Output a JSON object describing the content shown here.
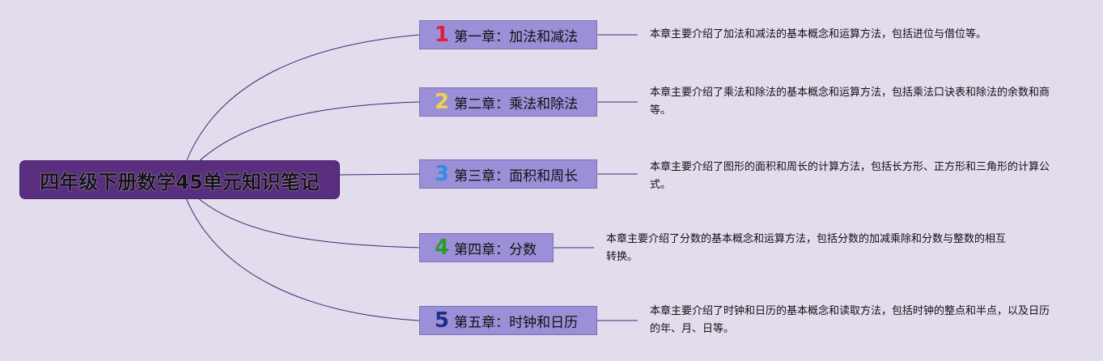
{
  "root": {
    "title": "四年级下册数学45单元知识笔记"
  },
  "chapters": [
    {
      "number": "1",
      "number_color": "#e0203a",
      "title": "第一章：加法和减法",
      "desc": "本章主要介绍了加法和减法的基本概念和运算方法，包括进位与借位等。"
    },
    {
      "number": "2",
      "number_color": "#f1d24a",
      "title": "第二章：乘法和除法",
      "desc": "本章主要介绍了乘法和除法的基本概念和运算方法，包括乘法口诀表和除法的余数和商等。"
    },
    {
      "number": "3",
      "number_color": "#2e8fe0",
      "title": "第三章：面积和周长",
      "desc": "本章主要介绍了图形的面积和周长的计算方法，包括长方形、正方形和三角形的计算公式。"
    },
    {
      "number": "4",
      "number_color": "#2d9a2d",
      "title": "第四章：分数",
      "desc": "本章主要介绍了分数的基本概念和运算方法，包括分数的加减乘除和分数与整数的相互转换。"
    },
    {
      "number": "5",
      "number_color": "#1f2f86",
      "title": "第五章：时钟和日历",
      "desc": "本章主要介绍了时钟和日历的基本概念和读取方法，包括时钟的整点和半点，以及日历的年、月、日等。"
    }
  ],
  "colors": {
    "background": "#e3dced",
    "root_fill": "#5a2e7e",
    "chapter_fill": "#9b8fd8",
    "connector": "#3c2a73"
  }
}
